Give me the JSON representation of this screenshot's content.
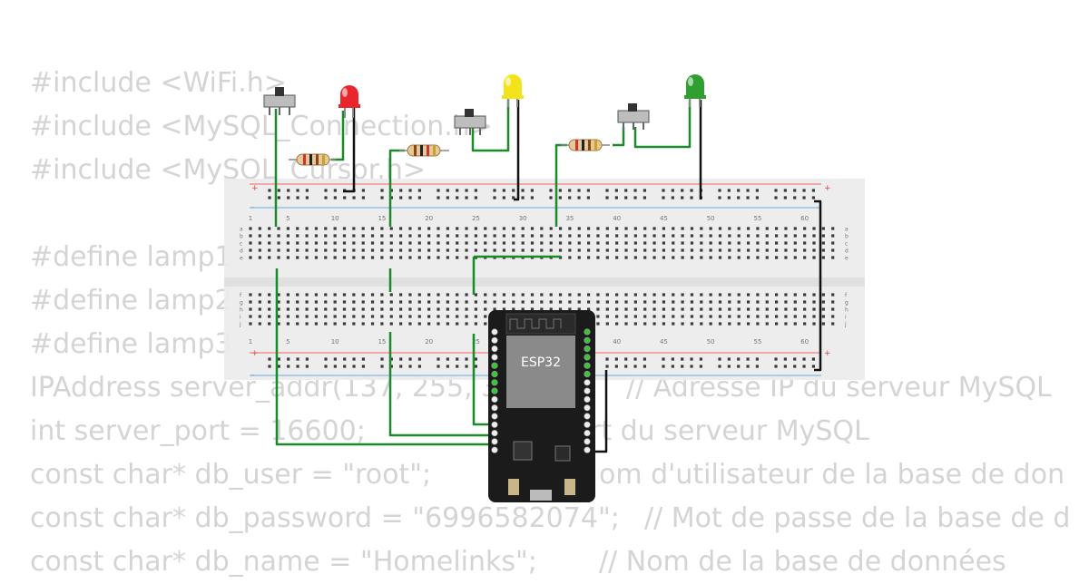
{
  "code_lines": [
    "#include <WiFi.h>",
    "#include <MySQL_Connection.h>",
    "#include <MySQL_Cursor.h>",
    "",
    "#define lamp1",
    "#define lamp2",
    "#define lamp3",
    "IPAddress server_addr(137, 255, 3",
    "int server_port = 16600;",
    "const char* db_user = \"root\";",
    "const char* db_password = \"6996582074\";",
    "const char* db_name = \"Homelinks\";"
  ],
  "code_comments": [
    {
      "line": 7,
      "text": "// Adresse IP du serveur MySQL"
    },
    {
      "line": 8,
      "text": "rt du serveur MySQL"
    },
    {
      "line": 9,
      "text": "om d'utilisateur de la base de don"
    },
    {
      "line": 10,
      "text": "// Mot de passe de la base de d"
    },
    {
      "line": 11,
      "text": "// Nom de la base de données"
    }
  ],
  "breadboard": {
    "column_numbers": [
      "1",
      "5",
      "10",
      "15",
      "20",
      "25",
      "30",
      "35",
      "40",
      "45",
      "50",
      "55",
      "60"
    ],
    "row_letters_top": [
      "a",
      "b",
      "c",
      "d",
      "e"
    ],
    "row_letters_bottom": [
      "f",
      "g",
      "h",
      "i",
      "j"
    ],
    "rail_plus": "+",
    "rail_minus": "-"
  },
  "esp32": {
    "label": "ESP32"
  },
  "components": {
    "leds": [
      {
        "name": "led-red",
        "color": "#e8262b"
      },
      {
        "name": "led-yellow",
        "color": "#f2e31b"
      },
      {
        "name": "led-green",
        "color": "#2fa02f"
      }
    ],
    "wire_color": "#1a8a2a"
  }
}
